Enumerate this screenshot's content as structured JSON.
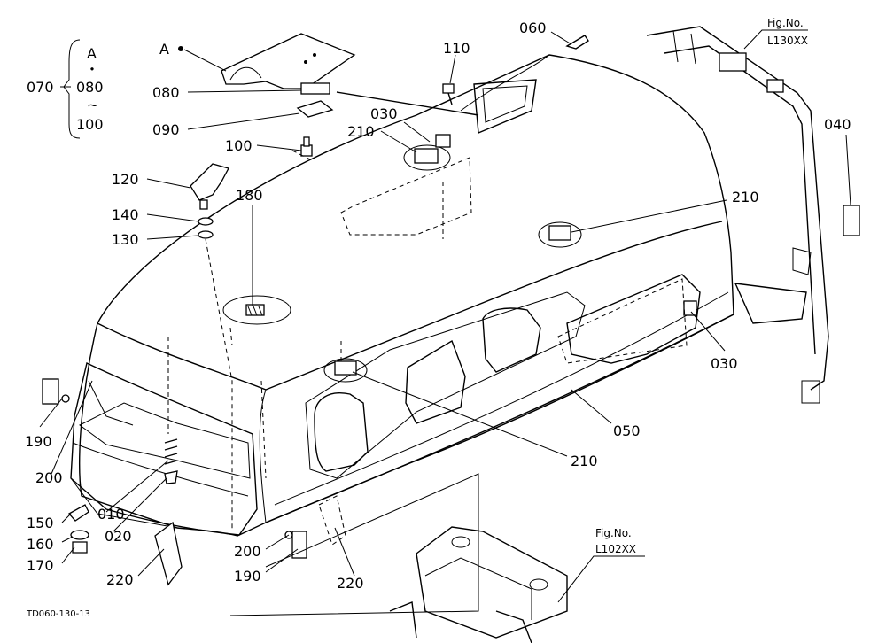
{
  "labels": {
    "l070": "070",
    "bracketA": "A",
    "bracketDot": "・",
    "l080b": "080",
    "tilde": "~",
    "l100b": "100",
    "markerA": "A",
    "l080": "080",
    "l090": "090",
    "l100": "100",
    "l120": "120",
    "l140": "140",
    "l130": "130",
    "l180": "180",
    "l110": "110",
    "l060": "060",
    "l030a": "030",
    "l210a": "210",
    "l210b": "210",
    "l210c": "210",
    "l040": "040",
    "l030b": "030",
    "l050": "050",
    "l190a": "190",
    "l200a": "200",
    "l010": "010",
    "l020": "020",
    "l150": "150",
    "l160": "160",
    "l170": "170",
    "l220a": "220",
    "l200b": "200",
    "l190b": "190",
    "l220b": "220"
  },
  "figrefs": {
    "top_label": "Fig.No.",
    "top_code": "L130XX",
    "bottom_label": "Fig.No.",
    "bottom_code": "L102XX"
  },
  "footer": {
    "drawing_id": "TD060-130-13"
  }
}
